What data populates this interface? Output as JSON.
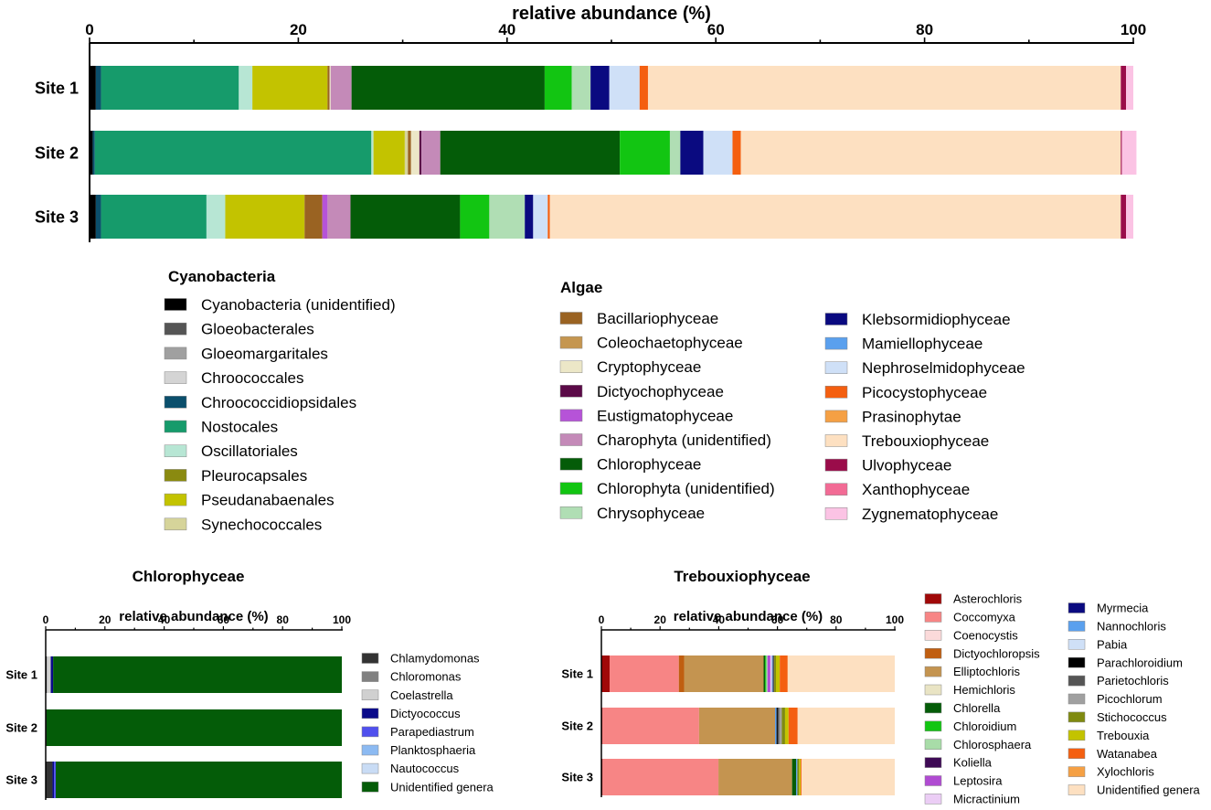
{
  "chart_data": [
    {
      "type": "bar",
      "orientation": "horizontal",
      "stacked": true,
      "xlabel": "relative abundance (%)",
      "xlim": [
        0,
        100
      ],
      "x_ticks": [
        0,
        20,
        40,
        60,
        80,
        100
      ],
      "x_axis_position": "top",
      "categories": [
        "Site 1",
        "Site 2",
        "Site 3"
      ],
      "legends": [
        {
          "title": "Cyanobacteria",
          "entries": [
            "Cyanobacteria (unidentified)",
            "Gloeobacterales",
            "Gloeomargaritales",
            "Chroococcales",
            "Chroococcidiopsidales",
            "Nostocales",
            "Oscillatoriales",
            "Pleurocapsales",
            "Pseudanabaenales",
            "Synechococcales"
          ]
        },
        {
          "title": "Algae",
          "entries": [
            "Bacillariophyceae",
            "Coleochaetophyceae",
            "Cryptophyceae",
            "Dictyochophyceae",
            "Eustigmatophyceae",
            "Charophyta (unidentified)",
            "Chlorophyceae",
            "Chlorophyta (unidentified)",
            "Chrysophyceae",
            "Klebsormidiophyceae",
            "Mamiellophyceae",
            "Nephroselmidophyceae",
            "Picocystophyceae",
            "Prasinophytae",
            "Trebouxiophyceae",
            "Ulvophyceae",
            "Xanthophyceae",
            "Zygnematophyceae"
          ]
        }
      ],
      "series": [
        {
          "name": "Cyanobacteria (unidentified)",
          "color": "#000000",
          "values": [
            0.6,
            0.3,
            0.6
          ]
        },
        {
          "name": "Gloeobacterales",
          "color": "#555555",
          "values": [
            0,
            0,
            0
          ]
        },
        {
          "name": "Gloeomargaritales",
          "color": "#a0a0a0",
          "values": [
            0,
            0,
            0
          ]
        },
        {
          "name": "Chroococcales",
          "color": "#d4d4d4",
          "values": [
            0,
            0,
            0
          ]
        },
        {
          "name": "Chroococcidiopsidales",
          "color": "#0b4f6c",
          "values": [
            0.5,
            0.2,
            0.5
          ]
        },
        {
          "name": "Nostocales",
          "color": "#169b6b",
          "values": [
            13.2,
            26.5,
            10.1
          ]
        },
        {
          "name": "Oscillatoriales",
          "color": "#b7e6d4",
          "values": [
            1.3,
            0.2,
            1.8
          ]
        },
        {
          "name": "Pleurocapsales",
          "color": "#8a8a10",
          "values": [
            0,
            0,
            0
          ]
        },
        {
          "name": "Pseudanabaenales",
          "color": "#c3c300",
          "values": [
            7.2,
            3.0,
            7.6
          ]
        },
        {
          "name": "Synechococcales",
          "color": "#d6d49a",
          "values": [
            0,
            0.3,
            0
          ]
        },
        {
          "name": "Bacillariophyceae",
          "color": "#9a6322",
          "values": [
            0.2,
            0.3,
            1.7
          ]
        },
        {
          "name": "Coleochaetophyceae",
          "color": "#c59650",
          "values": [
            0,
            0,
            0
          ]
        },
        {
          "name": "Cryptophyceae",
          "color": "#ece7c7",
          "values": [
            0.1,
            0.8,
            0
          ]
        },
        {
          "name": "Dictyochophyceae",
          "color": "#5b0a48",
          "values": [
            0,
            0.2,
            0
          ]
        },
        {
          "name": "Eustigmatophyceae",
          "color": "#b653d8",
          "values": [
            0,
            0,
            0.5
          ]
        },
        {
          "name": "Charophyta (unidentified)",
          "color": "#c48ab8",
          "values": [
            2.0,
            1.8,
            2.2
          ]
        },
        {
          "name": "Chlorophyceae",
          "color": "#045c08",
          "values": [
            18.5,
            17.2,
            10.5
          ]
        },
        {
          "name": "Chlorophyta (unidentified)",
          "color": "#12c512",
          "values": [
            2.6,
            4.8,
            2.8
          ]
        },
        {
          "name": "Chrysophyceae",
          "color": "#b0deb4",
          "values": [
            1.8,
            1.0,
            3.4
          ]
        },
        {
          "name": "Klebsormidiophyceae",
          "color": "#0a0a80",
          "values": [
            1.8,
            2.2,
            0.8
          ]
        },
        {
          "name": "Mamiellophyceae",
          "color": "#5aa0ee",
          "values": [
            0,
            0,
            0
          ]
        },
        {
          "name": "Nephroselmidophyceae",
          "color": "#cfe0f7",
          "values": [
            2.9,
            2.8,
            1.4
          ]
        },
        {
          "name": "Picocystophyceae",
          "color": "#f45f10",
          "values": [
            0.8,
            0.8,
            0.2
          ]
        },
        {
          "name": "Prasinophytae",
          "color": "#f5a044",
          "values": [
            0,
            0,
            0
          ]
        },
        {
          "name": "Trebouxiophyceae",
          "color": "#fde0c1",
          "values": [
            45.3,
            36.4,
            54.7
          ]
        },
        {
          "name": "Ulvophyceae",
          "color": "#9a0c4a",
          "values": [
            0.5,
            0.1,
            0.5
          ]
        },
        {
          "name": "Xanthophyceae",
          "color": "#f26b95",
          "values": [
            0,
            0,
            0
          ]
        },
        {
          "name": "Zygnematophyceae",
          "color": "#fbc3e4",
          "values": [
            0.7,
            1.4,
            0.7
          ]
        }
      ]
    },
    {
      "type": "bar",
      "orientation": "horizontal",
      "stacked": true,
      "title": "Chlorophyceae",
      "xlabel": "relative abundance (%)",
      "xlim": [
        0,
        100
      ],
      "x_ticks": [
        0,
        20,
        40,
        60,
        80,
        100
      ],
      "x_axis_position": "top",
      "categories": [
        "Site 1",
        "Site 2",
        "Site 3"
      ],
      "series": [
        {
          "name": "Chlamydomonas",
          "color": "#333333",
          "values": [
            0.4,
            0.3,
            2.3
          ]
        },
        {
          "name": "Chloromonas",
          "color": "#808080",
          "values": [
            0,
            0,
            0
          ]
        },
        {
          "name": "Coelastrella",
          "color": "#d0d0d0",
          "values": [
            1.3,
            0,
            0
          ]
        },
        {
          "name": "Dictyococcus",
          "color": "#0a0a8a",
          "values": [
            0.8,
            0,
            0.5
          ]
        },
        {
          "name": "Parapediastrum",
          "color": "#5050ee",
          "values": [
            0,
            0,
            0.6
          ]
        },
        {
          "name": "Planktosphaeria",
          "color": "#8cbaf2",
          "values": [
            0,
            0,
            0
          ]
        },
        {
          "name": "Nautococcus",
          "color": "#c9dcf5",
          "values": [
            0,
            0,
            0
          ]
        },
        {
          "name": "Unidentified genera",
          "color": "#045c08",
          "values": [
            97.5,
            99.7,
            96.6
          ]
        }
      ]
    },
    {
      "type": "bar",
      "orientation": "horizontal",
      "stacked": true,
      "title": "Trebouxiophyceae",
      "xlabel": "relative abundance (%)",
      "xlim": [
        0,
        100
      ],
      "x_ticks": [
        0,
        20,
        40,
        60,
        80,
        100
      ],
      "x_axis_position": "top",
      "categories": [
        "Site 1",
        "Site 2",
        "Site 3"
      ],
      "series": [
        {
          "name": "Asterochloris",
          "color": "#a00808",
          "values": [
            2.8,
            0.3,
            0.4
          ]
        },
        {
          "name": "Coccomyxa",
          "color": "#f78585",
          "values": [
            23.6,
            33.0,
            39.5
          ]
        },
        {
          "name": "Coenocystis",
          "color": "#fbdada",
          "values": [
            0,
            0,
            0
          ]
        },
        {
          "name": "Dictyochloropsis",
          "color": "#c05e10",
          "values": [
            1.8,
            0,
            0
          ]
        },
        {
          "name": "Elliptochloris",
          "color": "#c49450",
          "values": [
            27.1,
            25.9,
            25.1
          ]
        },
        {
          "name": "Hemichloris",
          "color": "#e9e4c4",
          "values": [
            0,
            0,
            0
          ]
        },
        {
          "name": "Chlorella",
          "color": "#045c08",
          "values": [
            0.5,
            0,
            1.4
          ]
        },
        {
          "name": "Chloroidium",
          "color": "#12c512",
          "values": [
            0.4,
            0,
            0
          ]
        },
        {
          "name": "Chlorosphaera",
          "color": "#a8dca8",
          "values": [
            0.4,
            0,
            0
          ]
        },
        {
          "name": "Koliella",
          "color": "#3e0a55",
          "values": [
            0,
            0,
            0
          ]
        },
        {
          "name": "Leptosira",
          "color": "#b04bd2",
          "values": [
            1.0,
            0,
            0
          ]
        },
        {
          "name": "Micractinium",
          "color": "#ebcdf5",
          "values": [
            0.5,
            0,
            0
          ]
        },
        {
          "name": "Myrmecia",
          "color": "#0a0a80",
          "values": [
            0,
            0,
            0
          ]
        },
        {
          "name": "Nannochloris",
          "color": "#5aa0ee",
          "values": [
            0.3,
            0.5,
            0.4
          ]
        },
        {
          "name": "Pabia",
          "color": "#cfe0f7",
          "values": [
            0,
            0,
            0
          ]
        },
        {
          "name": "Parachloroidium",
          "color": "#000000",
          "values": [
            0,
            0.4,
            0
          ]
        },
        {
          "name": "Parietochloris",
          "color": "#555555",
          "values": [
            0.5,
            0.5,
            0
          ]
        },
        {
          "name": "Picochlorum",
          "color": "#a0a0a0",
          "values": [
            0,
            0.9,
            0
          ]
        },
        {
          "name": "Stichococcus",
          "color": "#7f8a10",
          "values": [
            0.6,
            1.1,
            0.6
          ]
        },
        {
          "name": "Trebouxia",
          "color": "#c3c300",
          "values": [
            1.3,
            1.2,
            0.5
          ]
        },
        {
          "name": "Watanabea",
          "color": "#f45f10",
          "values": [
            2.7,
            3.1,
            0.3
          ]
        },
        {
          "name": "Xylochloris",
          "color": "#f5a044",
          "values": [
            0,
            0,
            0
          ]
        },
        {
          "name": "Unidentified genera",
          "color": "#fde0c1",
          "values": [
            36.5,
            33.1,
            31.8
          ]
        }
      ]
    }
  ]
}
